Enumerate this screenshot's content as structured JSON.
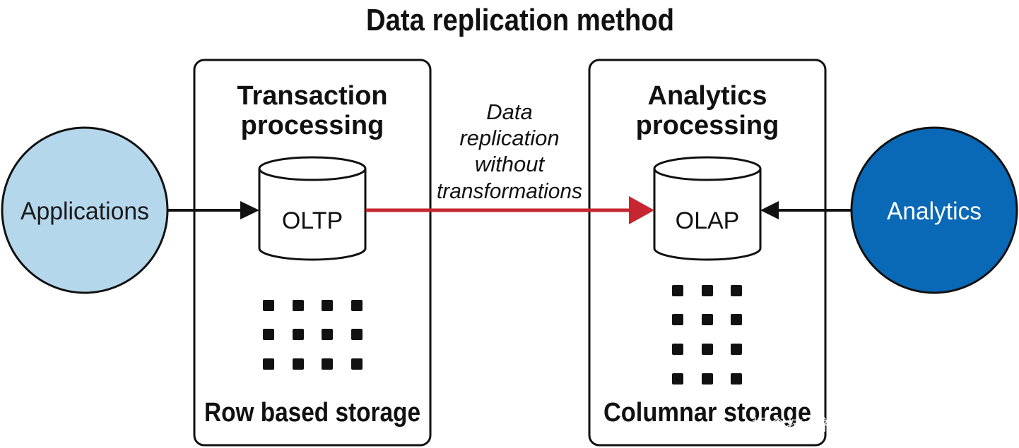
{
  "title": "Data replication method",
  "nodes": {
    "applications": {
      "label": "Applications",
      "fill": "#b4d7ec",
      "text_color": "#1a1a1a"
    },
    "analytics": {
      "label": "Analytics",
      "fill": "#0969b6",
      "text_color": "#ffffff"
    }
  },
  "boxes": {
    "transaction": {
      "title_lines": [
        "Transaction",
        "processing"
      ],
      "database": "OLTP",
      "storage": "Row based storage"
    },
    "analytics": {
      "title_lines": [
        "Analytics",
        "processing"
      ],
      "database": "OLAP",
      "storage": "Columnar storage"
    }
  },
  "replication": {
    "lines": [
      "Data",
      "replication",
      "without",
      "transformations"
    ],
    "color": "#c6262f"
  },
  "watermark": "掘金技术社区 @ 数据智能老司机"
}
